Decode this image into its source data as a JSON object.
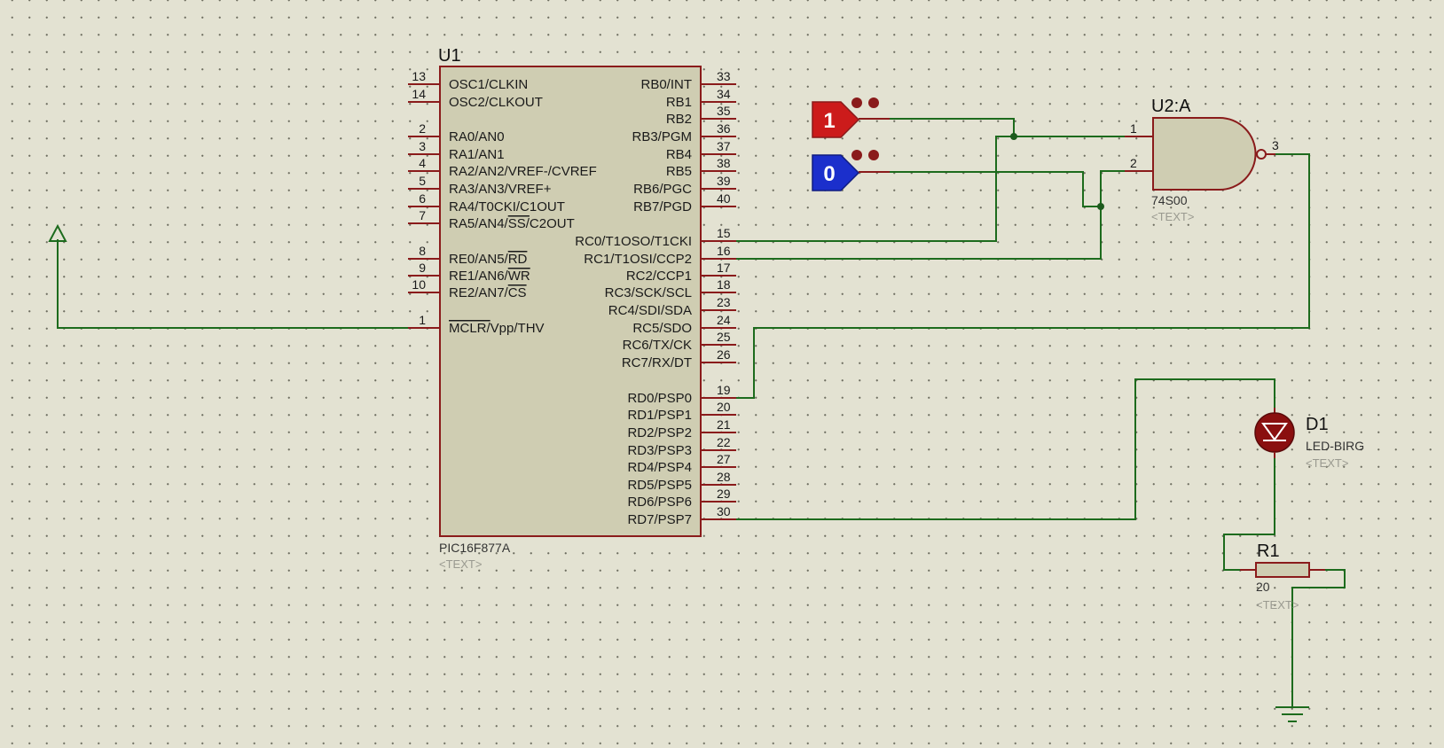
{
  "u1": {
    "ref": "U1",
    "part": "PIC16F877A",
    "text_placeholder": "<TEXT>",
    "left_pins": [
      {
        "num": "13",
        "label": "OSC1/CLKIN"
      },
      {
        "num": "14",
        "label": "OSC2/CLKOUT"
      },
      {
        "num": "2",
        "label": "RA0/AN0"
      },
      {
        "num": "3",
        "label": "RA1/AN1"
      },
      {
        "num": "4",
        "label": "RA2/AN2/VREF-/CVREF"
      },
      {
        "num": "5",
        "label": "RA3/AN3/VREF+"
      },
      {
        "num": "6",
        "label": "RA4/T0CKI/C1OUT"
      },
      {
        "num": "7",
        "label": "RA5/AN4/SS/C2OUT"
      },
      {
        "num": "8",
        "label": "RE0/AN5/RD"
      },
      {
        "num": "9",
        "label": "RE1/AN6/WR"
      },
      {
        "num": "10",
        "label": "RE2/AN7/CS"
      },
      {
        "num": "1",
        "label": "MCLR/Vpp/THV"
      }
    ],
    "right_pins": [
      {
        "num": "33",
        "label": "RB0/INT"
      },
      {
        "num": "34",
        "label": "RB1"
      },
      {
        "num": "35",
        "label": "RB2"
      },
      {
        "num": "36",
        "label": "RB3/PGM"
      },
      {
        "num": "37",
        "label": "RB4"
      },
      {
        "num": "38",
        "label": "RB5"
      },
      {
        "num": "39",
        "label": "RB6/PGC"
      },
      {
        "num": "40",
        "label": "RB7/PGD"
      },
      {
        "num": "15",
        "label": "RC0/T1OSO/T1CKI"
      },
      {
        "num": "16",
        "label": "RC1/T1OSI/CCP2"
      },
      {
        "num": "17",
        "label": "RC2/CCP1"
      },
      {
        "num": "18",
        "label": "RC3/SCK/SCL"
      },
      {
        "num": "23",
        "label": "RC4/SDI/SDA"
      },
      {
        "num": "24",
        "label": "RC5/SDO"
      },
      {
        "num": "25",
        "label": "RC6/TX/CK"
      },
      {
        "num": "26",
        "label": "RC7/RX/DT"
      },
      {
        "num": "19",
        "label": "RD0/PSP0"
      },
      {
        "num": "20",
        "label": "RD1/PSP1"
      },
      {
        "num": "21",
        "label": "RD2/PSP2"
      },
      {
        "num": "22",
        "label": "RD3/PSP3"
      },
      {
        "num": "27",
        "label": "RD4/PSP4"
      },
      {
        "num": "28",
        "label": "RD5/PSP5"
      },
      {
        "num": "29",
        "label": "RD6/PSP6"
      },
      {
        "num": "30",
        "label": "RD7/PSP7"
      }
    ]
  },
  "u2": {
    "ref": "U2:A",
    "part": "74S00",
    "text_placeholder": "<TEXT>",
    "pin_in1": "1",
    "pin_in2": "2",
    "pin_out": "3"
  },
  "logic_high": {
    "value": "1",
    "color": "#cc1b1b"
  },
  "logic_low": {
    "value": "0",
    "color": "#1b2fcc"
  },
  "d1": {
    "ref": "D1",
    "part": "LED-BIRG",
    "text_placeholder": "<TEXT>"
  },
  "r1": {
    "ref": "R1",
    "value": "20",
    "text_placeholder": "<TEXT>"
  },
  "colors": {
    "wire": "#1d6b1d",
    "component_outline": "#8a1b1b",
    "component_fill": "#cfcdb2",
    "background": "#e3e2d2"
  }
}
